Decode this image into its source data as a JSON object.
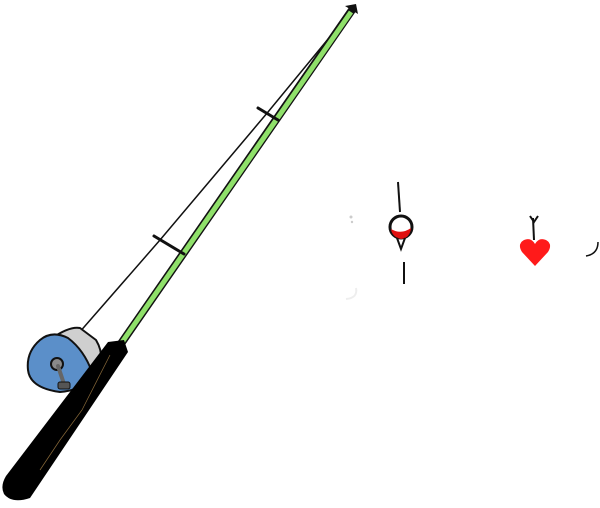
{
  "colors": {
    "rod": "#8fe06a",
    "handle": "#000000",
    "reel_body": "#5b8fc9",
    "reel_cover": "#cfcfcf",
    "bobber_top": "#ffffff",
    "bobber_bottom": "#e01010",
    "bait_heart": "#ff1a1a",
    "line": "#111111"
  },
  "icons": [
    "fishing-rod",
    "spinning-reel",
    "bobber",
    "heart-bait",
    "hook"
  ]
}
